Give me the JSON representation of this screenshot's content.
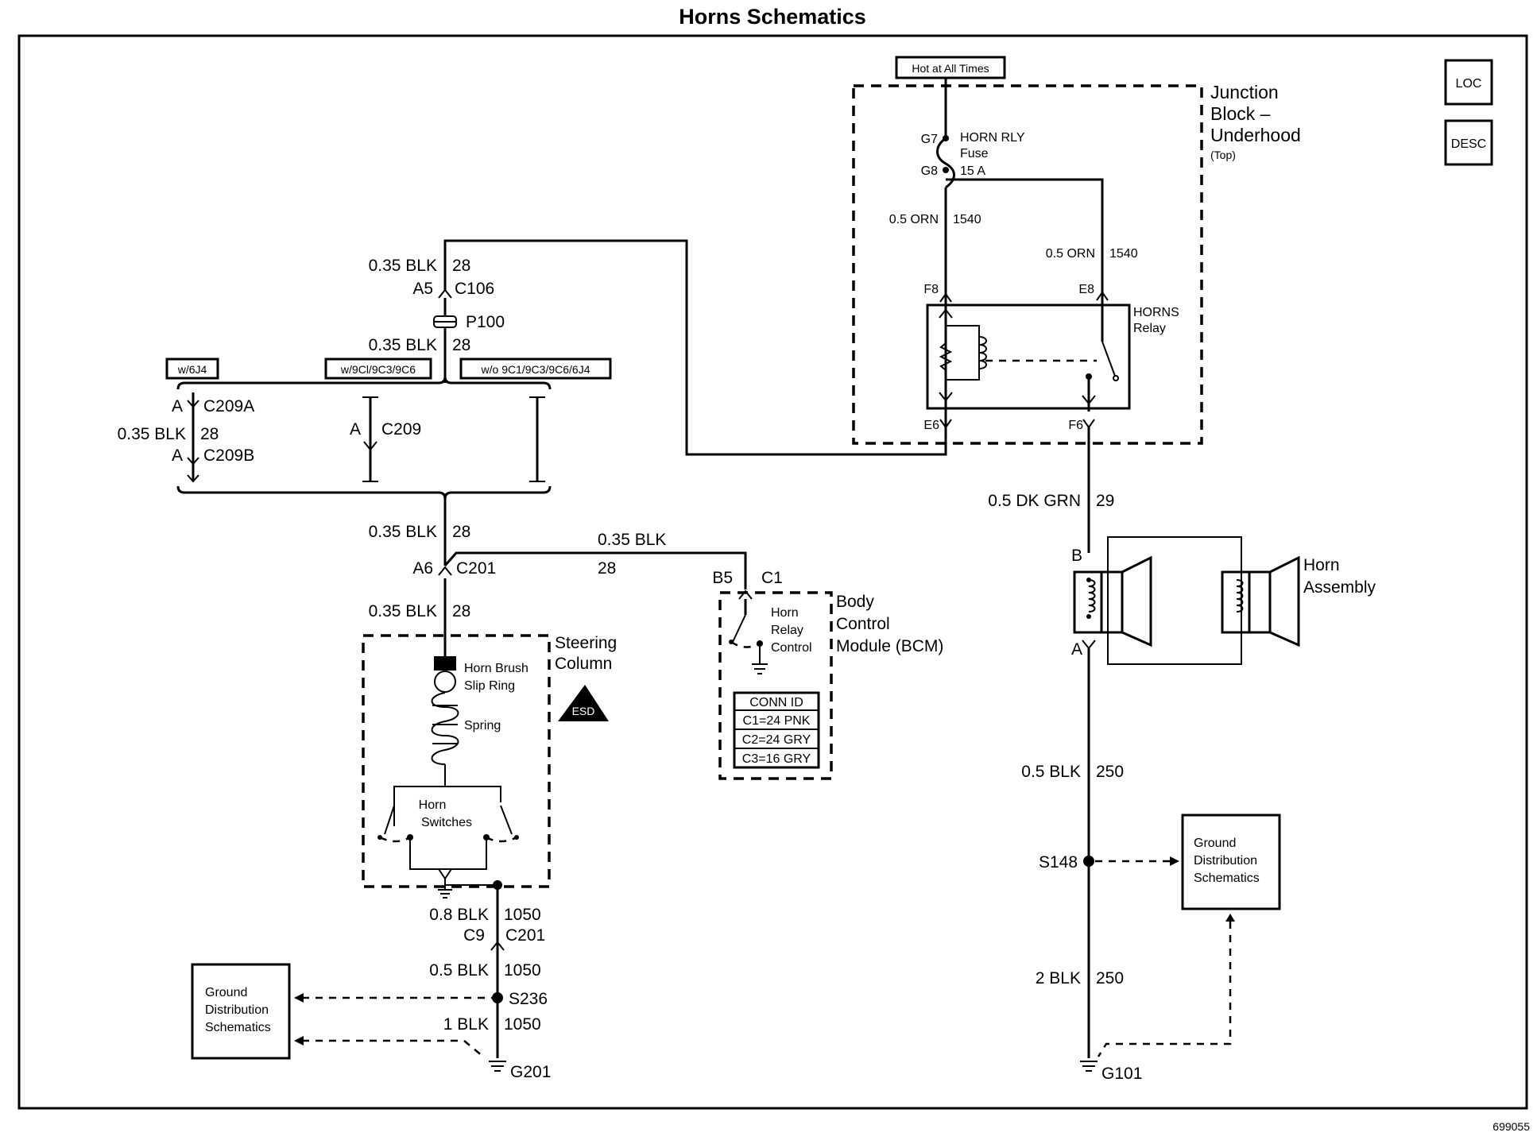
{
  "title": "Horns Schematics",
  "figure_id": "699055",
  "icons": {
    "loc": "LOC",
    "desc": "DESC"
  },
  "junction_block": {
    "name_line1": "Junction",
    "name_line2": "Block –",
    "name_line3": "Underhood",
    "name_sub": "(Top)",
    "hot_label": "Hot at All Times",
    "fuse_pin_in": "G7",
    "fuse_pin_out": "G8",
    "fuse_name": "HORN RLY",
    "fuse_word": "Fuse",
    "fuse_rating": "15 A",
    "wire_left_gauge": "0.5 ORN",
    "wire_left_circuit": "1540",
    "wire_right_gauge": "0.5 ORN",
    "wire_right_circuit": "1540",
    "pin_f8": "F8",
    "pin_e8": "E8",
    "pin_e6": "E6",
    "pin_f6": "F6",
    "relay_name": "HORNS",
    "relay_word": "Relay"
  },
  "top_left_circuit": {
    "wire1_gauge": "0.35 BLK",
    "wire1_circuit": "28",
    "conn_a5": "A5",
    "conn_c106": "C106",
    "conn_p100": "P100",
    "wire2_gauge": "0.35 BLK",
    "wire2_circuit": "28",
    "opt_w6j4": "w/6J4",
    "opt_w9c": "w/9Cl/9C3/9C6",
    "opt_wo": "w/o 9C1/9C3/9C6/6J4",
    "c209a_pin": "A",
    "c209a": "C209A",
    "mid_gauge": "0.35 BLK",
    "mid_circuit": "28",
    "c209b_pin": "A",
    "c209b": "C209B",
    "c209_pin": "A",
    "c209": "C209"
  },
  "steering": {
    "wire_gauge": "0.35 BLK",
    "wire_circuit": "28",
    "conn_a6": "A6",
    "conn_c201": "C201",
    "wire2_gauge": "0.35 BLK",
    "wire2_circuit": "28",
    "name_line1": "Steering",
    "name_line2": "Column",
    "brush_line1": "Horn Brush",
    "brush_line2": "Slip Ring",
    "spring": "Spring",
    "switch_line1": "Horn",
    "switch_line2": "Switches",
    "gnd_gauge": "0.8 BLK",
    "gnd_circuit": "1050",
    "conn_c9": "C9",
    "conn_c201b": "C201",
    "gnd2_gauge": "0.5 BLK",
    "gnd2_circuit": "1050",
    "splice": "S236",
    "gnd3_gauge": "1 BLK",
    "gnd3_circuit": "1050",
    "ground": "G201"
  },
  "bcm": {
    "wire_gauge": "0.35 BLK",
    "wire_circuit": "28",
    "pin": "B5",
    "conn": "C1",
    "name_line1": "Body",
    "name_line2": "Control",
    "name_line3": "Module (BCM)",
    "ctrl_line1": "Horn",
    "ctrl_line2": "Relay",
    "ctrl_line3": "Control",
    "conn_id_title": "CONN ID",
    "conn_ids": [
      "C1=24 PNK",
      "C2=24 GRY",
      "C3=16 GRY"
    ]
  },
  "horn": {
    "wire_gauge": "0.5 DK GRN",
    "wire_circuit": "29",
    "pin_b": "B",
    "pin_a": "A",
    "name_line1": "Horn",
    "name_line2": "Assembly",
    "gnd1_gauge": "0.5 BLK",
    "gnd1_circuit": "250",
    "splice": "S148",
    "gnd2_gauge": "2 BLK",
    "gnd2_circuit": "250",
    "ground": "G101"
  },
  "ground_dist_left": {
    "line1": "Ground",
    "line2": "Distribution",
    "line3": "Schematics"
  },
  "ground_dist_right": {
    "line1": "Ground",
    "line2": "Distribution",
    "line3": "Schematics"
  }
}
